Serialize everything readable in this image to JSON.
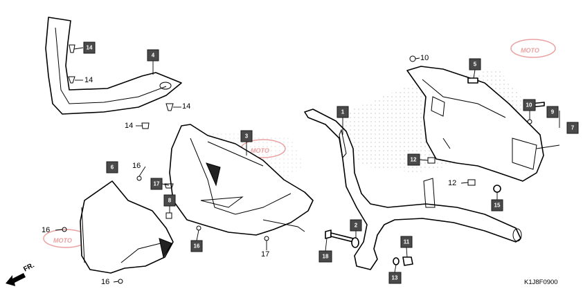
{
  "diagram_code": "K1J8F0900",
  "direction_label": "FR.",
  "watermark_text": "MOTO",
  "colors": {
    "callout_fill": "#4a4a4a",
    "callout_text": "#ffffff",
    "line": "#000000",
    "watermark": "#e58a8a"
  },
  "boxed_callouts": [
    "14",
    "4",
    "3",
    "6",
    "17",
    "8",
    "16",
    "1",
    "2",
    "18",
    "11",
    "13",
    "5",
    "10",
    "9",
    "7",
    "12",
    "15"
  ],
  "plain_callouts": [
    "14",
    "14",
    "14",
    "16",
    "16",
    "16",
    "17",
    "10",
    "12"
  ]
}
